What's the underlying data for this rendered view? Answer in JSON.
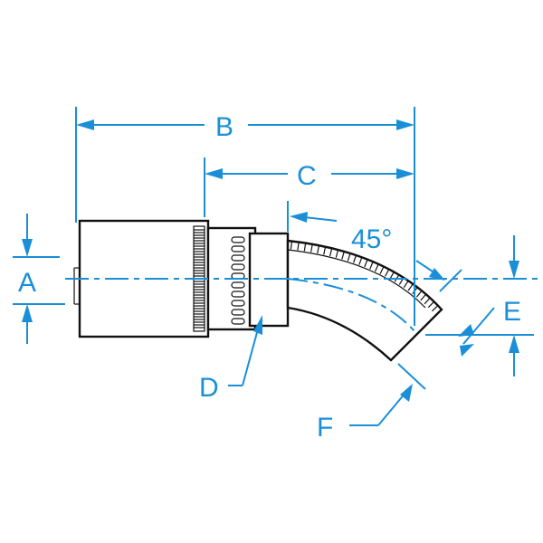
{
  "labels": {
    "a": "A",
    "b": "B",
    "c": "C",
    "d": "D",
    "e": "E",
    "f": "F",
    "angle": "45°"
  },
  "colors": {
    "dimension": "#1a8fd8",
    "outline": "#111111",
    "background": "#ffffff"
  }
}
